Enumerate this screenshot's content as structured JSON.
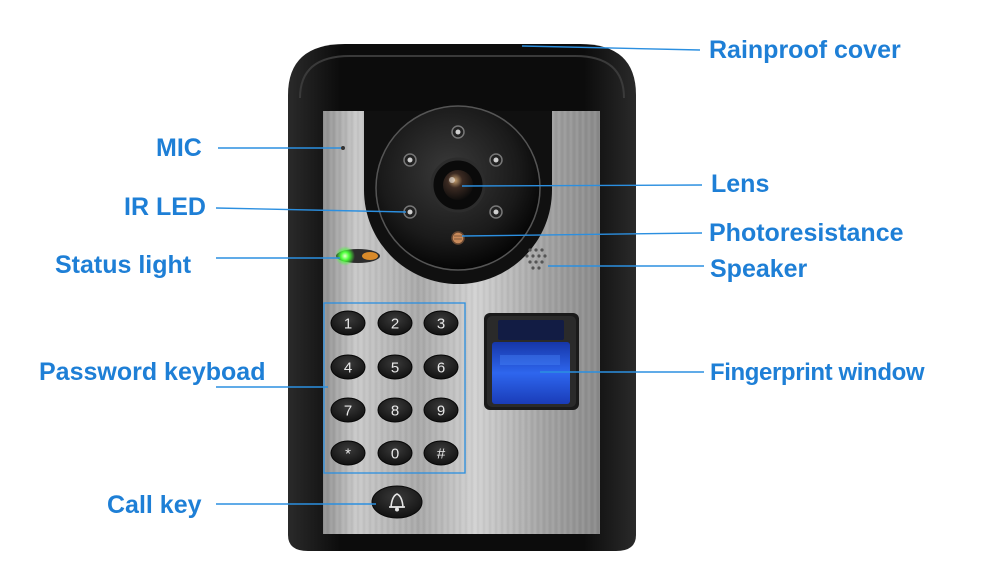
{
  "labels": {
    "rainproof_cover": "Rainproof cover",
    "mic": "MIC",
    "ir_led": "IR LED",
    "lens": "Lens",
    "photoresistance": "Photoresistance",
    "status_light": "Status light",
    "speaker": "Speaker",
    "password_keyboard": "Password keyboad",
    "fingerprint_window": "Fingerprint window",
    "call_key": "Call key"
  },
  "keypad": {
    "keys": [
      "1",
      "2",
      "3",
      "4",
      "5",
      "6",
      "7",
      "8",
      "9",
      "*",
      "0",
      "#"
    ]
  },
  "call_key_symbol": "bell-icon",
  "colors": {
    "label_blue": "#1e7fd6",
    "leader_blue": "#2b8fe0",
    "cover_black": "#121212",
    "panel_silver": "#b9b9b9",
    "fingerprint_blue": "#1f4fd0",
    "status_green": "#4cff3a"
  }
}
